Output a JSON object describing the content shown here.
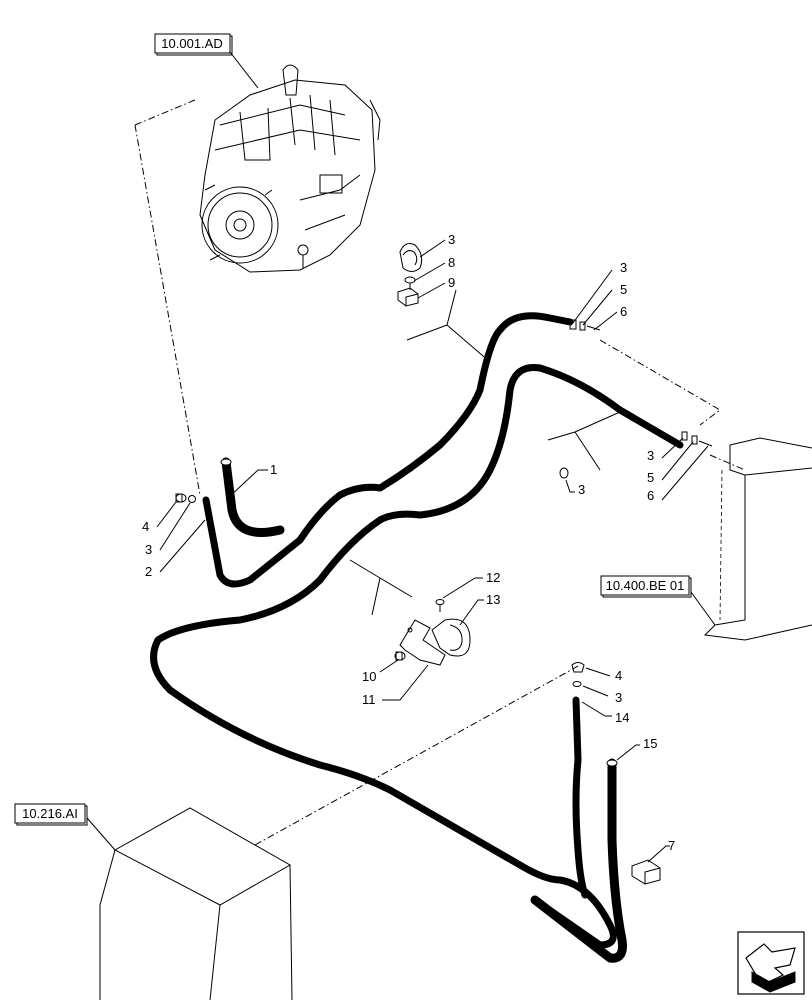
{
  "references": {
    "engine": "10.001.AD",
    "radiator": "10.400.BE 01",
    "tank": "10.216.AI"
  },
  "callouts": {
    "c1": "1",
    "c2": "2",
    "c3a": "3",
    "c4a": "4",
    "c3b": "3",
    "c8": "8",
    "c9": "9",
    "c3c": "3",
    "c5a": "5",
    "c6a": "6",
    "c3d": "3",
    "c5b": "5",
    "c6b": "6",
    "c3e": "3",
    "c12": "12",
    "c13": "13",
    "c10": "10",
    "c11": "11",
    "c4b": "4",
    "c3f": "3",
    "c14": "14",
    "c15": "15",
    "c7": "7"
  },
  "icons": {
    "engine": "engine-icon",
    "radiator": "radiator-icon",
    "tank": "fuel-tank-icon",
    "nav": "arrow-nav-icon"
  }
}
